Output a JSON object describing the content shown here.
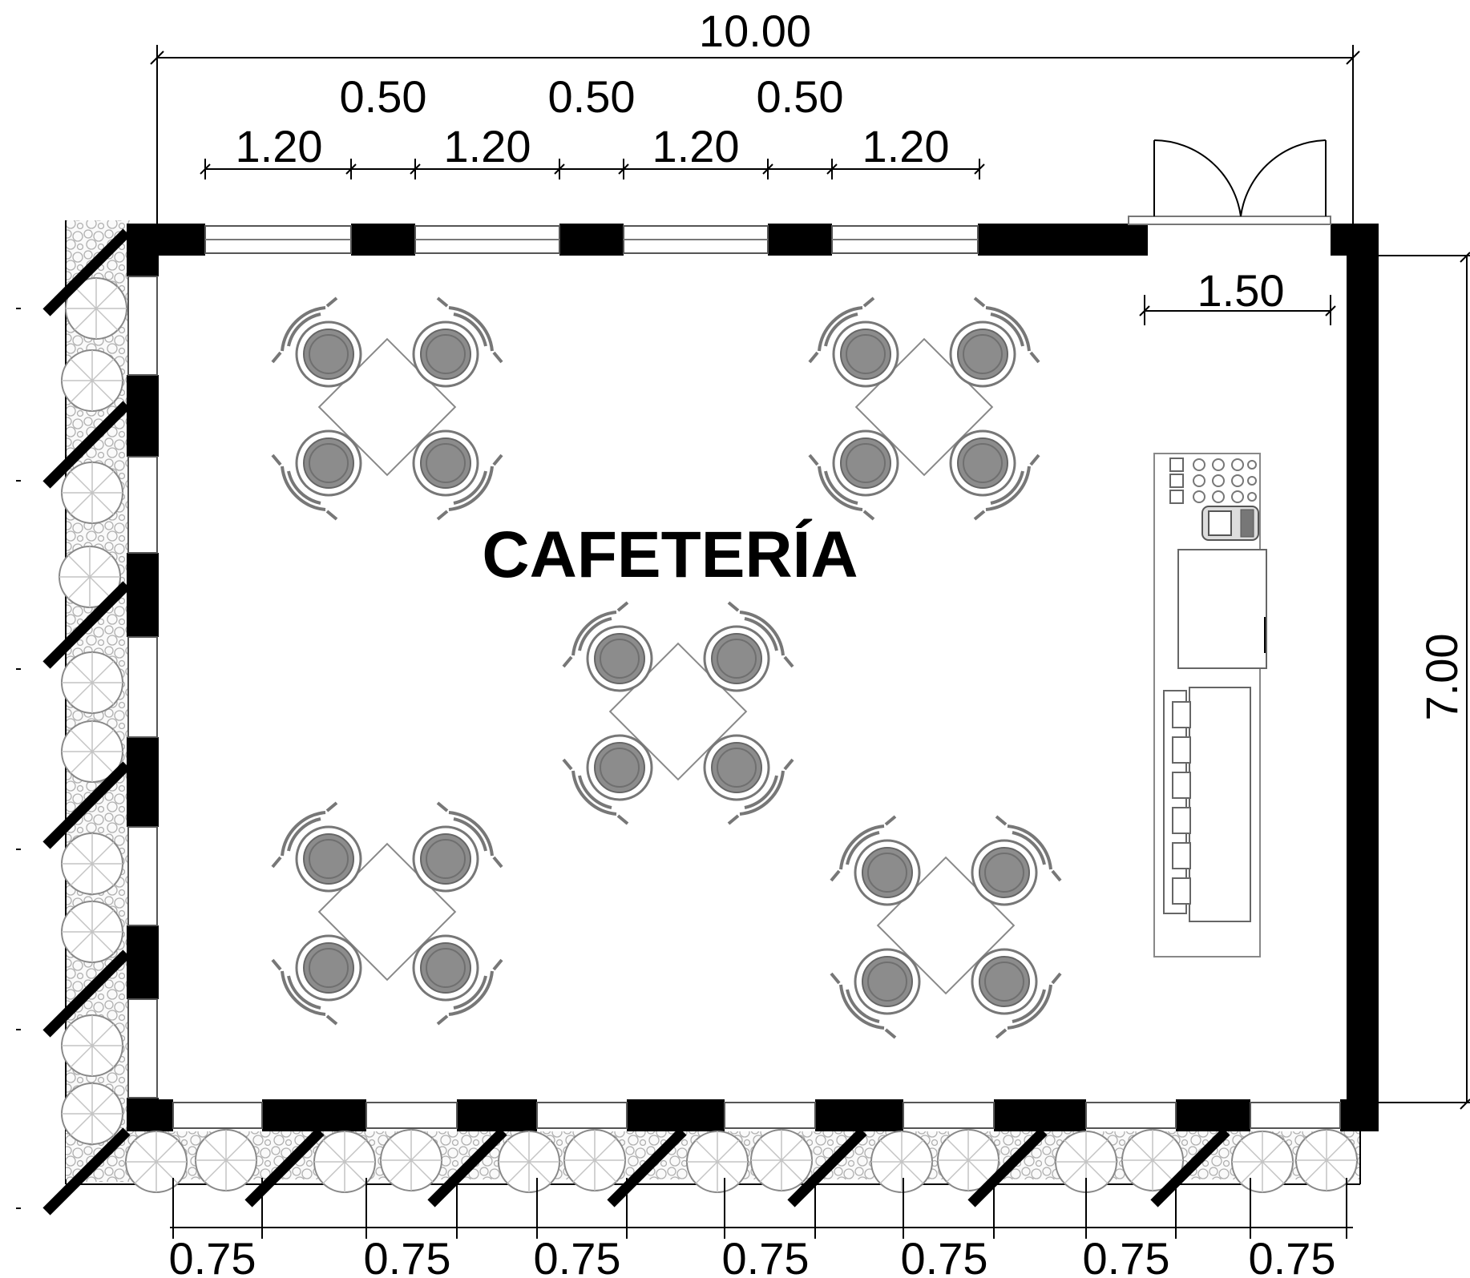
{
  "room": {
    "name": "CAFETERÍA"
  },
  "dimensions": {
    "overall_width": "10.00",
    "overall_depth": "7.00",
    "window_widths": [
      "1.20",
      "1.20",
      "1.20",
      "1.20"
    ],
    "pier_widths": [
      "0.50",
      "0.50",
      "0.50"
    ],
    "door_width": "1.50",
    "bottom_openings": [
      "0.75",
      "0.75",
      "0.75",
      "0.75",
      "0.75",
      "0.75",
      "0.75"
    ]
  }
}
